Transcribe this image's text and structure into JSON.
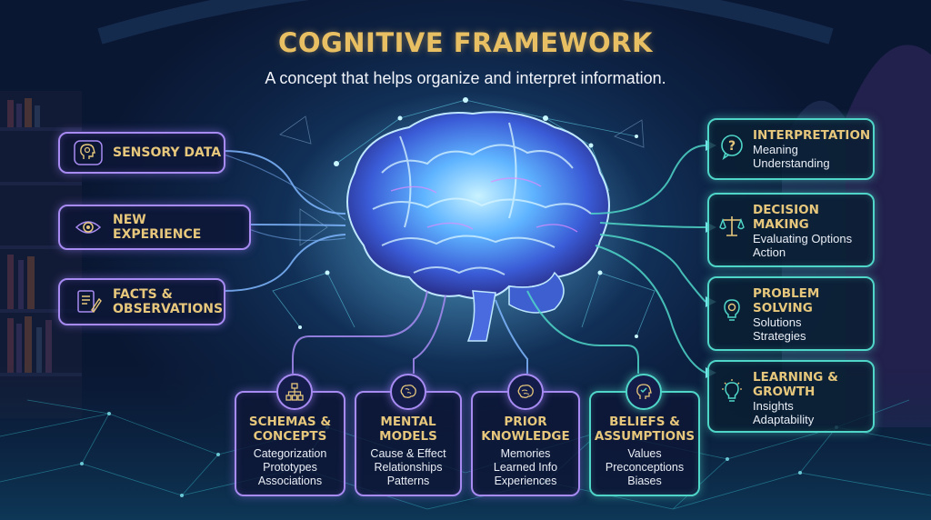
{
  "title": "COGNITIVE FRAMEWORK",
  "subtitle": "A concept that helps organize and interpret information.",
  "inputs": [
    {
      "label": "SENSORY DATA",
      "icon": "sensory-head-icon"
    },
    {
      "label": "NEW\nEXPERIENCE",
      "icon": "eye-icon"
    },
    {
      "label": "FACTS &\nOBSERVATIONS",
      "icon": "document-pen-icon"
    }
  ],
  "outputs": [
    {
      "title": "INTERPRETATION",
      "sub": "Meaning\nUnderstanding",
      "icon": "question-bubble-icon"
    },
    {
      "title": "DECISION\nMAKING",
      "sub": "Evaluating Options\nAction",
      "icon": "scales-icon"
    },
    {
      "title": "PROBLEM\nSOLVING",
      "sub": "Solutions\nStrategies",
      "icon": "lightbulb-gear-icon"
    },
    {
      "title": "LEARNING &\nGROWTH",
      "sub": "Insights\nAdaptability",
      "icon": "lightbulb-icon"
    }
  ],
  "components": [
    {
      "title": "SCHEMAS &\nCONCEPTS",
      "sub": "Categorization\nPrototypes\nAssociations",
      "icon": "hierarchy-icon"
    },
    {
      "title": "MENTAL\nMODELS",
      "sub": "Cause & Effect\nRelationships\nPatterns",
      "icon": "brain-small-icon"
    },
    {
      "title": "PRIOR\nKNOWLEDGE",
      "sub": "Memories\nLearned Info\nExperiences",
      "icon": "brain-small-icon"
    },
    {
      "title": "BELIEFS &\nASSUMPTIONS",
      "sub": "Values\nPreconceptions\nBiases",
      "icon": "head-check-icon"
    }
  ],
  "colors": {
    "accent_gold": "#e6c77c",
    "input_border": "#a78bf2",
    "output_border": "#4fd6c8",
    "brain_glow": "#6fd0ff",
    "background": "#0d2244"
  }
}
